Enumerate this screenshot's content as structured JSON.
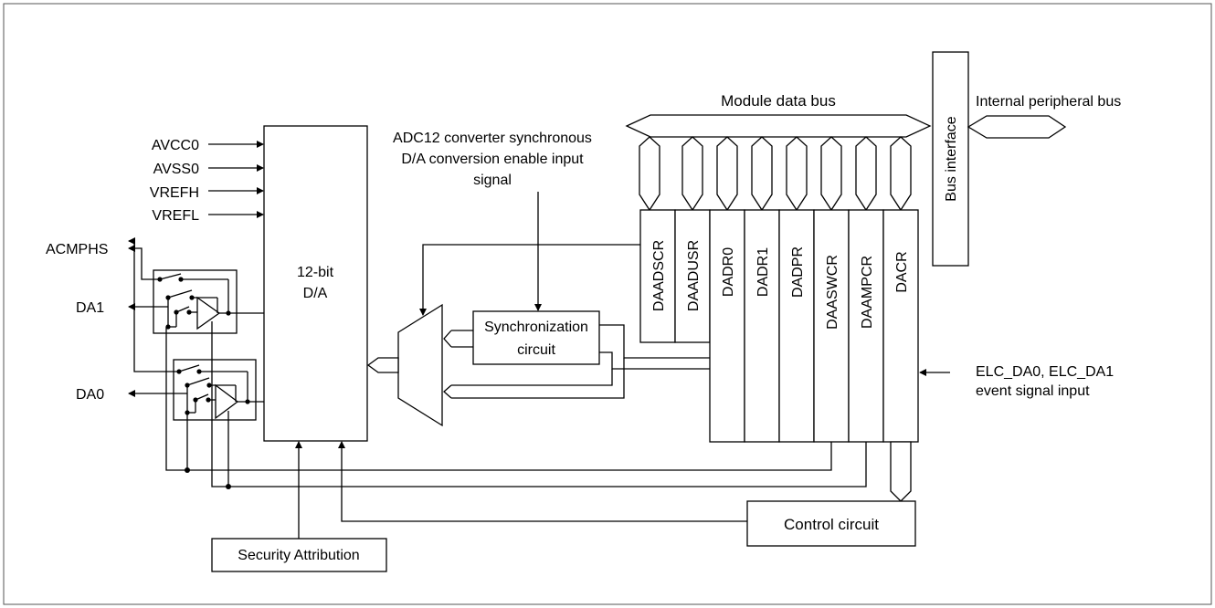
{
  "diagram": {
    "module_data_bus": "Module data bus",
    "internal_peripheral_bus": "Internal peripheral bus",
    "bus_interface": "Bus interface",
    "adc_sync_line1": "ADC12 converter synchronous",
    "adc_sync_line2": "D/A conversion enable input",
    "adc_sync_line3": "signal",
    "inputs": [
      "AVCC0",
      "AVSS0",
      "VREFH",
      "VREFL"
    ],
    "acmphs": "ACMPHS",
    "da1": "DA1",
    "da0": "DA0",
    "dac_line1": "12-bit",
    "dac_line2": "D/A",
    "sync_line1": "Synchronization",
    "sync_line2": "circuit",
    "registers": [
      "DAADSCR",
      "DAADUSR",
      "DADR0",
      "DADR1",
      "DADPR",
      "DAASWCR",
      "DAAMPCR",
      "DACR"
    ],
    "elc_line1": "ELC_DA0, ELC_DA1",
    "elc_line2": "event signal input",
    "control_circuit": "Control circuit",
    "security_attribution": "Security Attribution"
  }
}
